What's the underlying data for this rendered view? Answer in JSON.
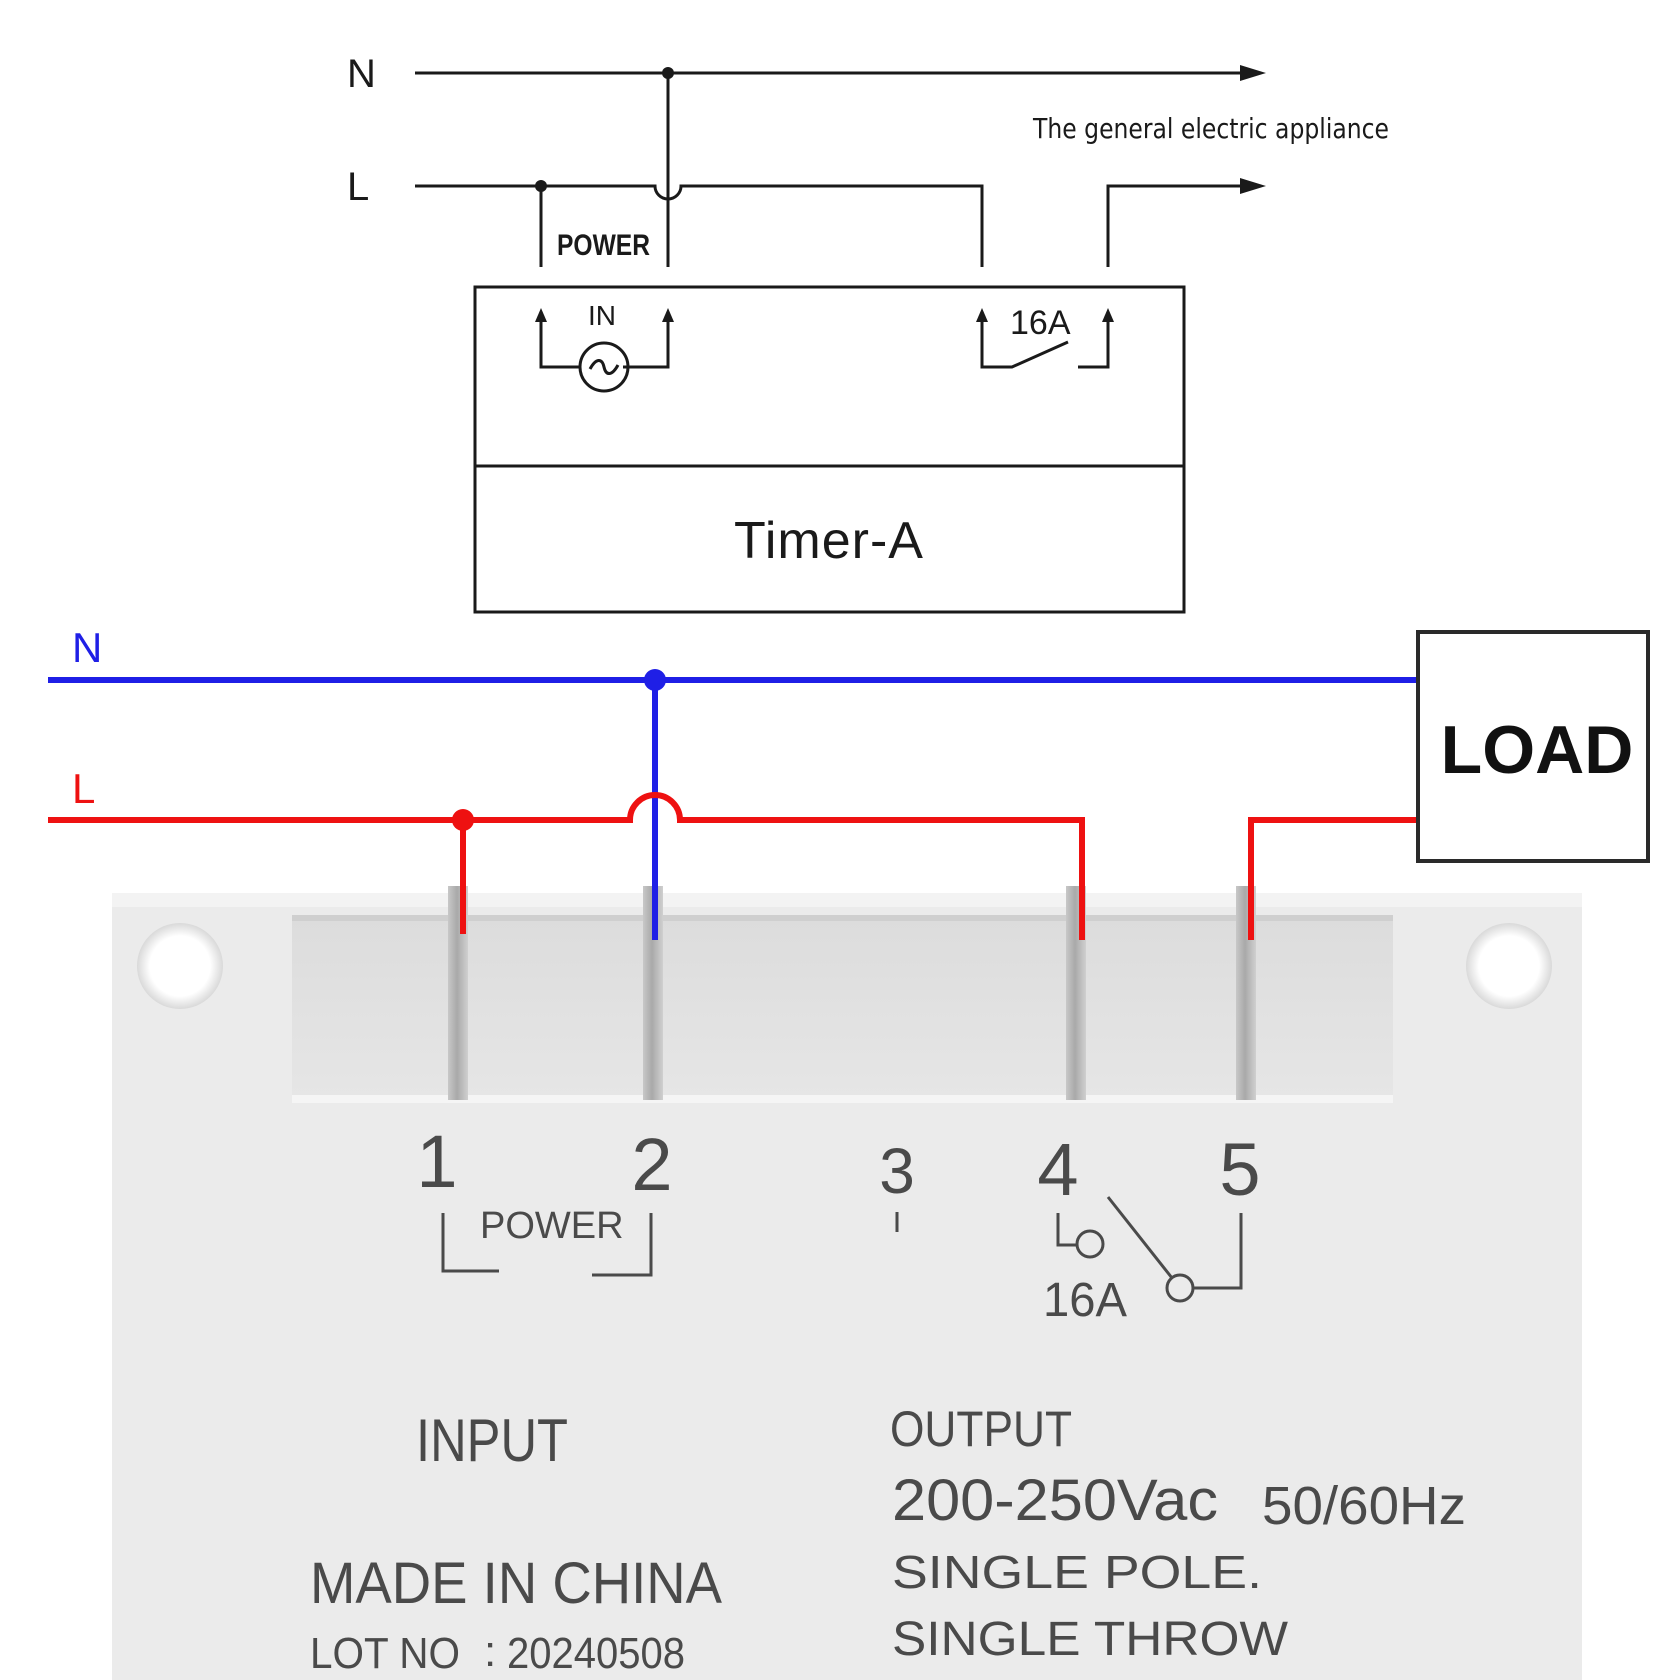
{
  "schematic": {
    "n_label": "N",
    "l_label": "L",
    "appliance_label": "The general electric appliance",
    "power_label": "POWER",
    "in_label": "IN",
    "contact_rating": "16A",
    "timer_name": "Timer-A"
  },
  "wiring": {
    "n_label": "N",
    "l_label": "L",
    "load_label": "LOAD",
    "colors": {
      "neutral": "#1f1fe6",
      "live": "#ee1111"
    }
  },
  "device": {
    "terminals": [
      "1",
      "2",
      "3",
      "4",
      "5"
    ],
    "power_label": "POWER",
    "contact_rating": "16A",
    "input_label": "INPUT",
    "output_label": "OUTPUT",
    "voltage": "200-250Vac",
    "frequency": "50/60Hz",
    "pole": "SINGLE   POLE.",
    "throw": "SINGLE   THROW",
    "origin": "MADE IN CHINA",
    "lot_label": "LOT NO",
    "lot_sep": ":",
    "lot_number": "20240508"
  }
}
